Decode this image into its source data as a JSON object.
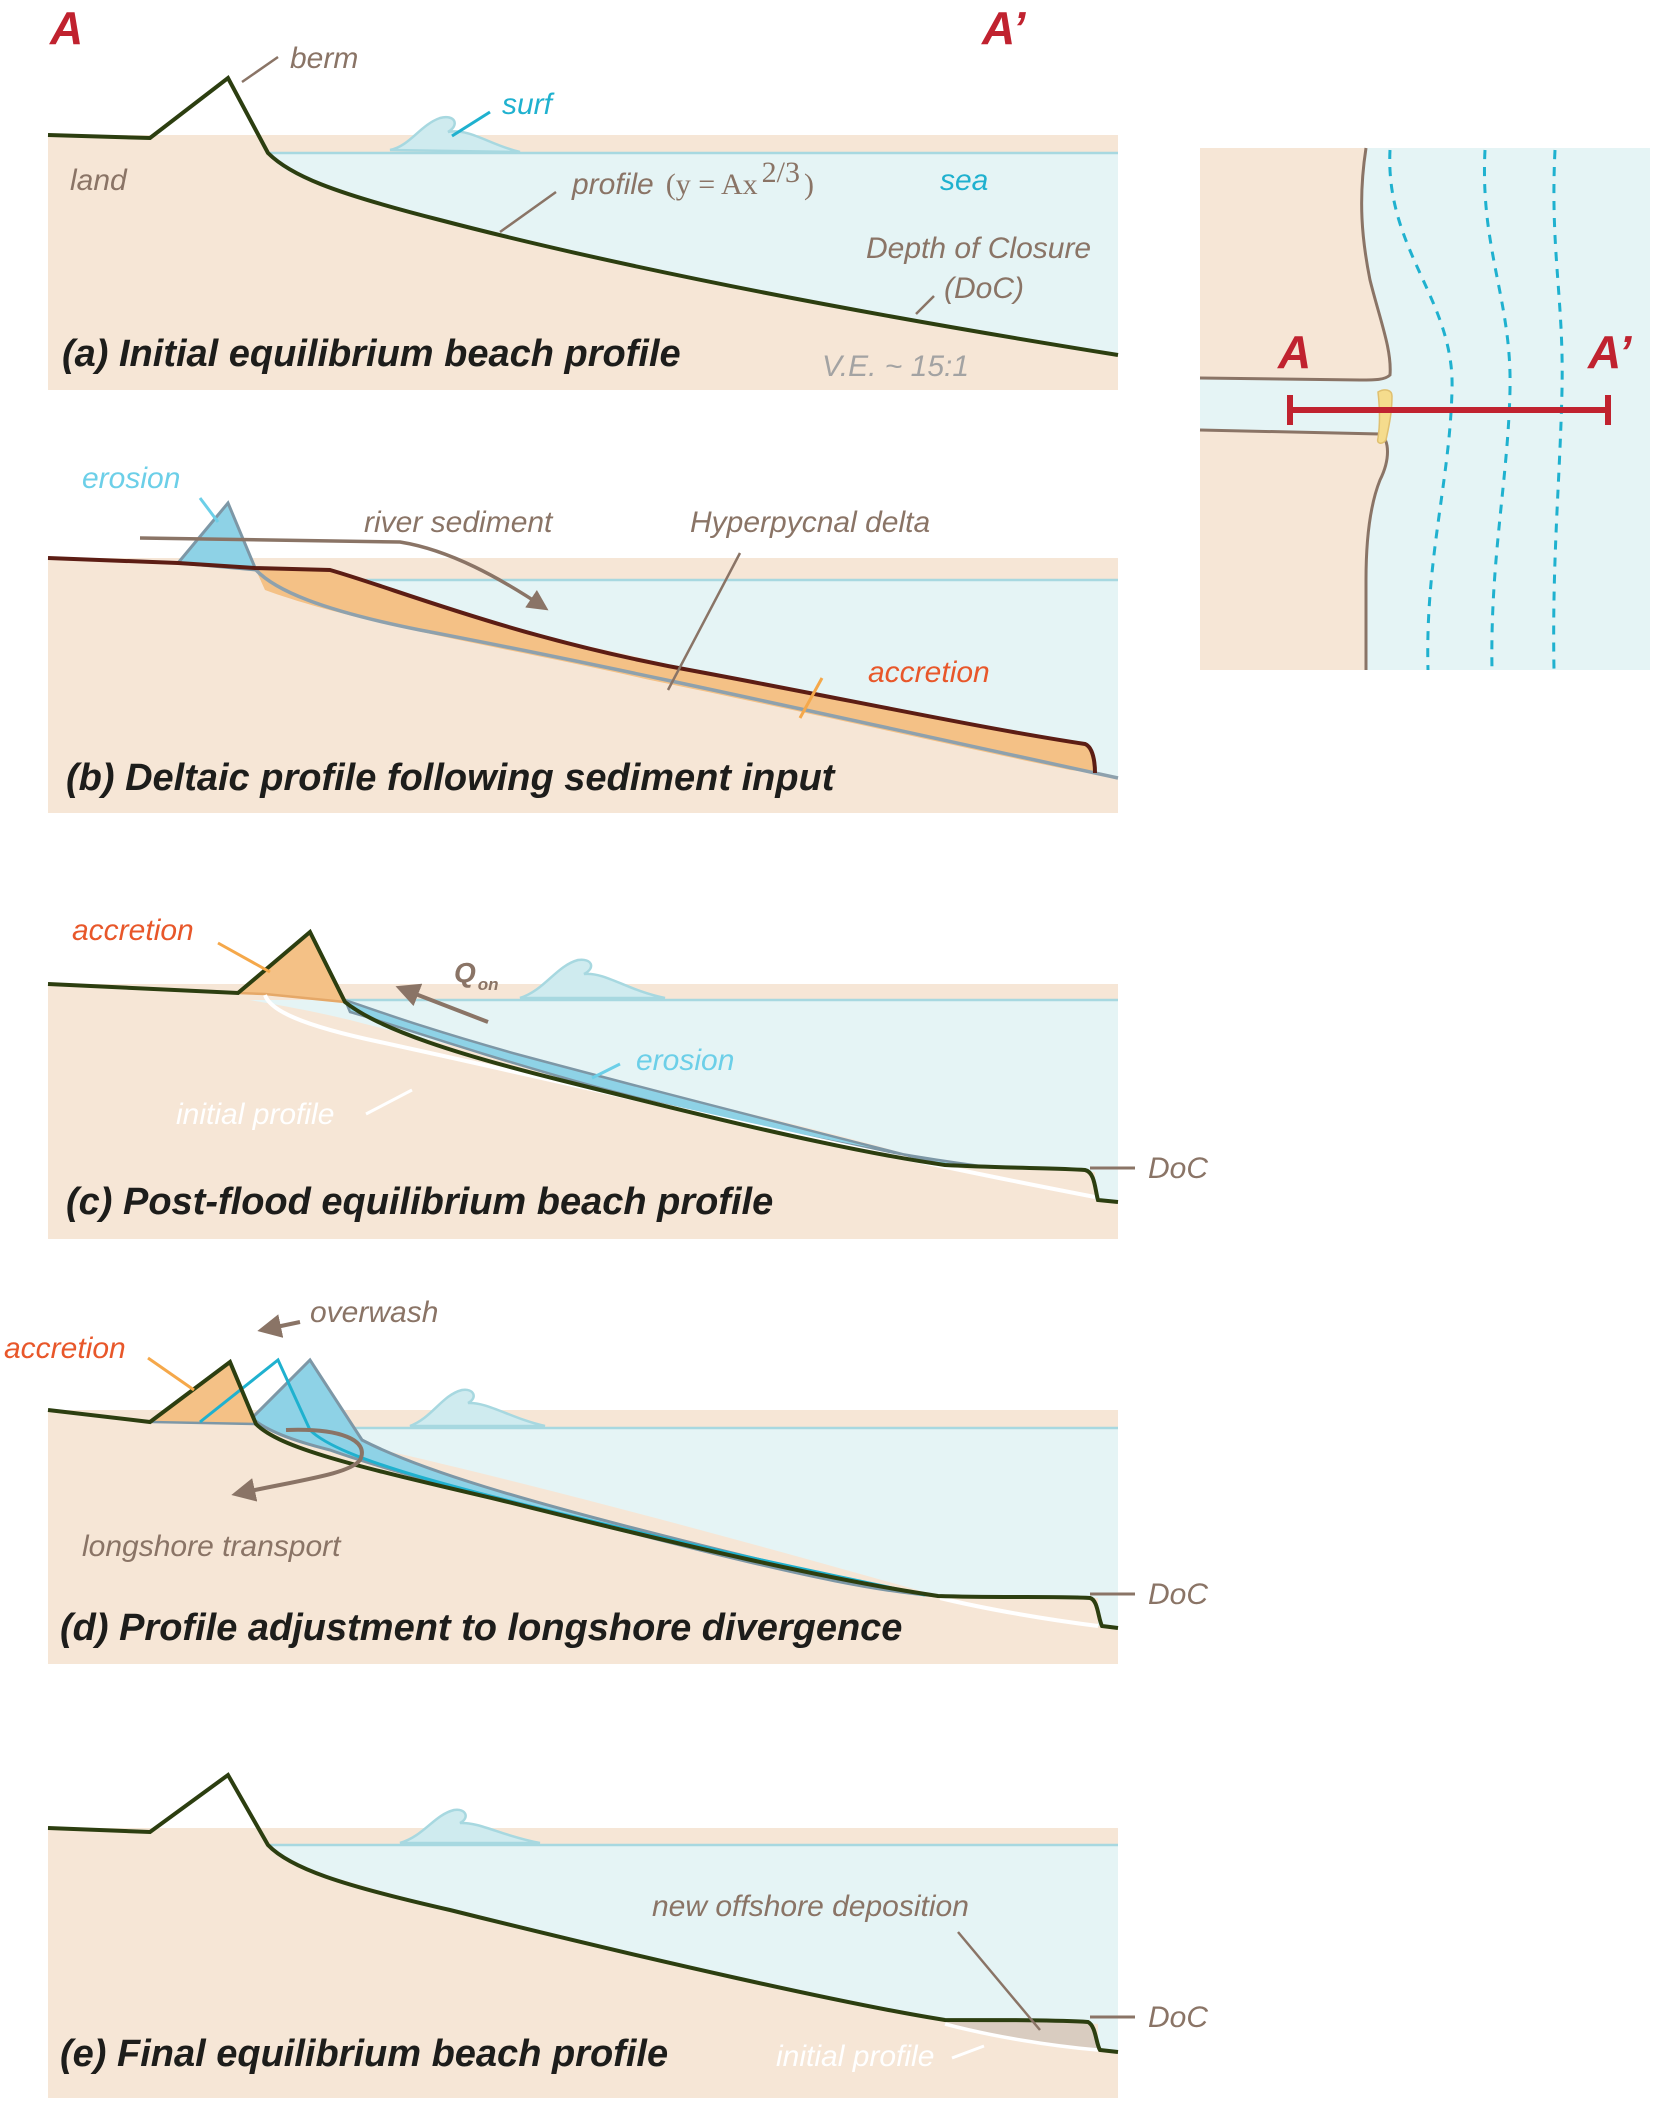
{
  "section_markers": {
    "a": "A",
    "a_prime": "A’"
  },
  "panel_a": {
    "title": "(a) Initial equilibrium beach profile",
    "berm": "berm",
    "surf": "surf",
    "land": "land",
    "sea": "sea",
    "profile": "profile",
    "profile_formula": "(y = Ax",
    "profile_exponent": "2/3",
    "profile_close": ")",
    "doc_line1": "Depth of Closure",
    "doc_line2": "(DoC)",
    "ve": "V.E. ~ 15:1"
  },
  "panel_b": {
    "title": "(b) Deltaic profile following sediment input",
    "erosion": "erosion",
    "river_sediment": "river sediment",
    "hyperpycnal": "Hyperpycnal delta",
    "accretion": "accretion"
  },
  "panel_c": {
    "title": "(c) Post-flood equilibrium beach profile",
    "accretion": "accretion",
    "q": "Q",
    "q_sub": "on",
    "erosion": "erosion",
    "initial_profile": "initial profile",
    "doc": "DoC"
  },
  "panel_d": {
    "title": "(d) Profile adjustment to longshore divergence",
    "overwash": "overwash",
    "accretion": "accretion",
    "longshore": "longshore transport",
    "doc": "DoC"
  },
  "panel_e": {
    "title": "(e) Final equilibrium beach profile",
    "new_offshore": "new offshore deposition",
    "initial_profile": "initial profile",
    "doc": "DoC"
  },
  "map_inset": {
    "a": "A",
    "a_prime": "A’"
  },
  "colors": {
    "land": "#f6e6d6",
    "sea": "#e5f4f5",
    "profile_line": "#2c3e10",
    "orange_fill": "#f4c186",
    "blue_fill": "#8ed2e6",
    "cyan": "#1fb1cf",
    "brown": "#8a7466",
    "red": "#c0222f"
  }
}
